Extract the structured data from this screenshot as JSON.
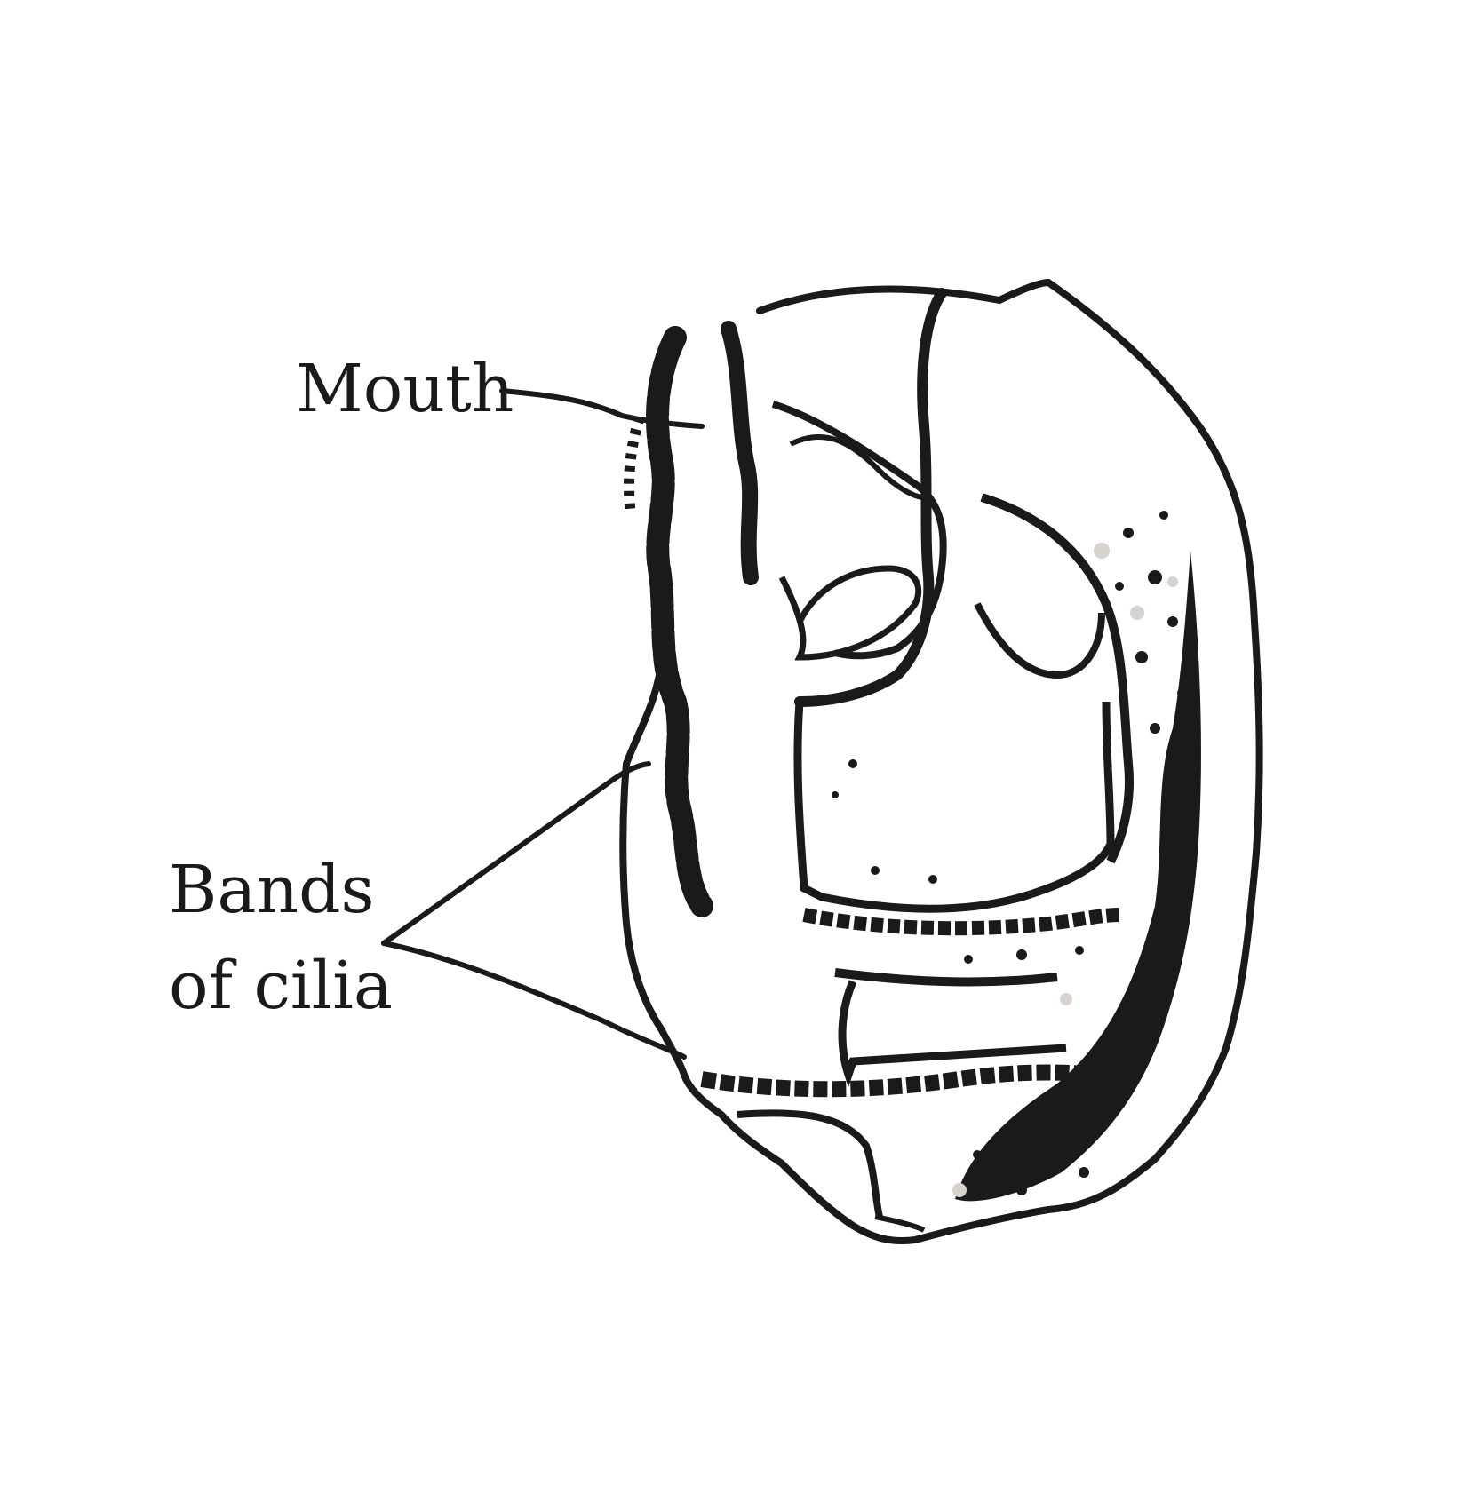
{
  "labels": {
    "mouth": "Mouth",
    "bands_line1": "Bands",
    "bands_line2": "of cilia"
  },
  "colors": {
    "ink": "#1a1a1a",
    "background": "#ffffff",
    "speckle": "#d8d2cc"
  }
}
